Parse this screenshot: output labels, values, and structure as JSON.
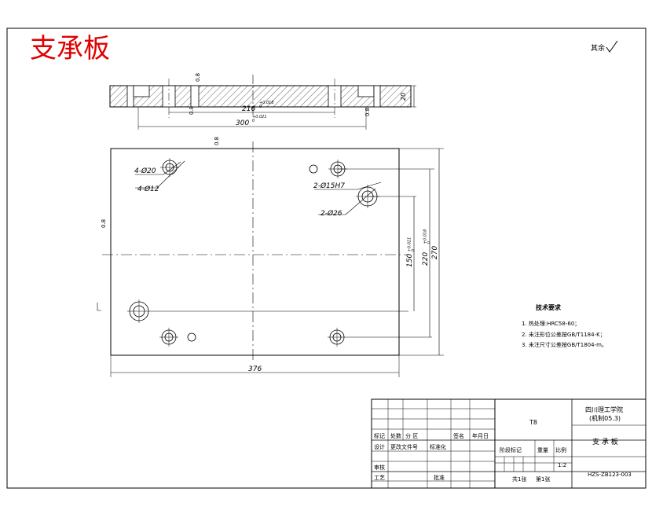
{
  "title": "支承板",
  "surface_mark": "其余",
  "section_view": {
    "dims": [
      "216",
      "300",
      "20"
    ],
    "tol_216": "+0.018\n0",
    "tol_300": "+0.021\n0"
  },
  "plan_view": {
    "labels": {
      "holes_20": "4-Ø20",
      "holes_12": "4-Ø12",
      "holes_15": "2-Ø15H7",
      "holes_26": "2-Ø26"
    },
    "dims": {
      "width": "376",
      "height": "270",
      "inner_v": "220",
      "pin_v": "150"
    },
    "tol_220": "+0.018\n0",
    "tol_150": "+0.021\n0"
  },
  "tech_req": {
    "title": "技术要求",
    "items": [
      "1. 热处理:HRC58-60；",
      "2. 未注形位公差按GB/T1184-K；",
      "3. 未注尺寸公差按GB/T1804-m。"
    ]
  },
  "title_block": {
    "material": "T8",
    "school": "四川理工学院",
    "dept": "(机制05.3)",
    "part_name": "支 承 板",
    "drawing_no": "HZS-ZB123-003",
    "scale": "1:2",
    "sheets_total": "共1张",
    "sheet_no": "第1张",
    "row_labels": [
      "标记",
      "处数",
      "分 区",
      "签名",
      "年月日"
    ],
    "row2": [
      "设计",
      "更改文件号",
      "标准化"
    ],
    "row3": [
      "审核"
    ],
    "row4": [
      "工艺",
      "批准"
    ],
    "right_hdr": [
      "阶段标记",
      "重量",
      "比例"
    ]
  }
}
